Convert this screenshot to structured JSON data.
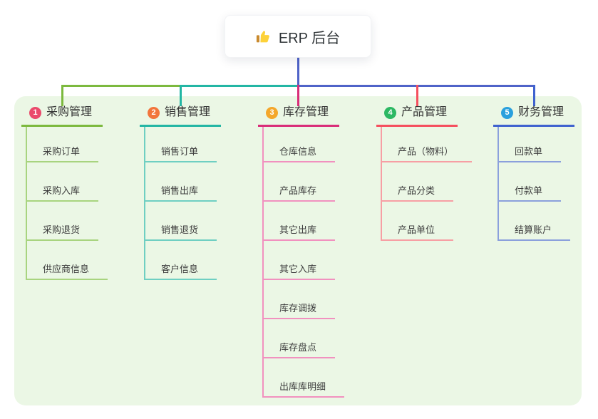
{
  "root": {
    "title": "ERP 后台",
    "icon": "thumbs-up-icon"
  },
  "colors": {
    "panel_bg": "#EBF7E5",
    "root_line": "#4F63C8"
  },
  "branches": [
    {
      "num": "1",
      "label": "采购管理",
      "line_color": "#7CB93E",
      "child_line_color": "#A8D47F",
      "badge_color": "#EA4A6B",
      "children": [
        "采购订单",
        "采购入库",
        "采购退货",
        "供应商信息"
      ]
    },
    {
      "num": "2",
      "label": "销售管理",
      "line_color": "#23B6A4",
      "child_line_color": "#6FCFC2",
      "badge_color": "#F2753C",
      "children": [
        "销售订单",
        "销售出库",
        "销售退货",
        "客户信息"
      ]
    },
    {
      "num": "3",
      "label": "库存管理",
      "line_color": "#D92D79",
      "child_line_color": "#F191BF",
      "badge_color": "#F4A72B",
      "children": [
        "仓库信息",
        "产品库存",
        "其它出库",
        "其它入库",
        "库存调拨",
        "库存盘点",
        "出库库明细"
      ]
    },
    {
      "num": "4",
      "label": "产品管理",
      "line_color": "#F54F5E",
      "child_line_color": "#F79FA4",
      "badge_color": "#2CB863",
      "children": [
        "产品（物料）",
        "产品分类",
        "产品单位"
      ]
    },
    {
      "num": "5",
      "label": "财务管理",
      "line_color": "#3F62CF",
      "child_line_color": "#8BA0DC",
      "badge_color": "#2AA0DD",
      "children": [
        "回款单",
        "付款单",
        "结算账户"
      ]
    }
  ]
}
